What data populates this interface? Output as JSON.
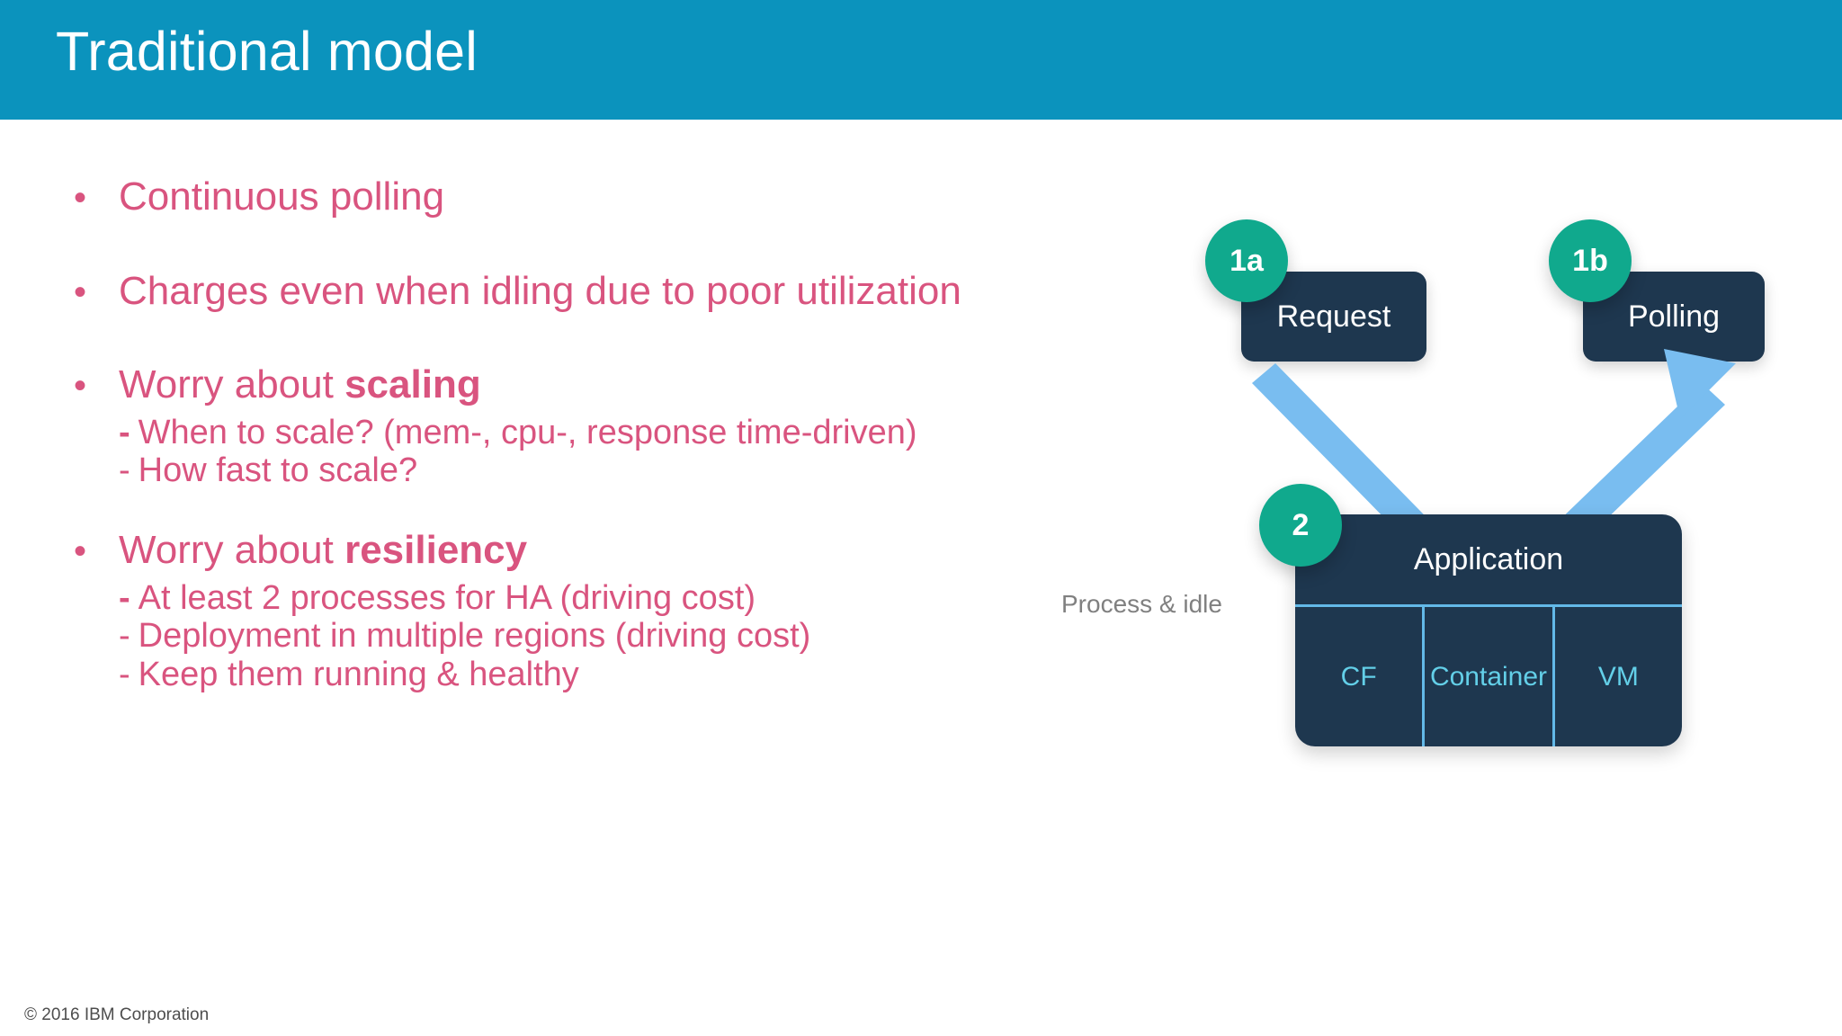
{
  "header": {
    "title": "Traditional model",
    "bar_color": "#0b93bd"
  },
  "theme": {
    "bullet_color": "#d9547f",
    "node_color": "#1e374f",
    "badge_color": "#10a98d",
    "arrow_color": "#79bdf0",
    "divider_color": "#63b9e8",
    "sub_label_color": "#63cfe8",
    "muted_text_color": "#808080"
  },
  "bullets": [
    {
      "marker": "•",
      "text": "Continuous polling",
      "bold": "",
      "sub": []
    },
    {
      "marker": "•",
      "text": "Charges even when idling due to poor utilization",
      "bold": "",
      "sub": []
    },
    {
      "marker": "•",
      "text": "Worry about ",
      "bold": "scaling",
      "sub": [
        {
          "dash": "-",
          "strong": true,
          "text": "When to scale? (mem-, cpu-, response time-driven)"
        },
        {
          "dash": "-",
          "strong": false,
          "text": "How fast to scale?"
        }
      ]
    },
    {
      "marker": "•",
      "text": "Worry about ",
      "bold": "resiliency",
      "sub": [
        {
          "dash": "-",
          "strong": true,
          "text": "At least 2 processes for HA (driving cost)"
        },
        {
          "dash": "-",
          "strong": false,
          "text": "Deployment in multiple regions (driving cost)"
        },
        {
          "dash": "-",
          "strong": false,
          "text": "Keep them running & healthy"
        }
      ]
    }
  ],
  "diagram": {
    "badges": [
      {
        "id": "1a",
        "label": "1a"
      },
      {
        "id": "1b",
        "label": "1b"
      },
      {
        "id": "2",
        "label": "2"
      }
    ],
    "nodes": [
      {
        "id": "request",
        "label": "Request"
      },
      {
        "id": "polling",
        "label": "Polling"
      }
    ],
    "application": {
      "title": "Application",
      "columns": [
        {
          "label": "CF"
        },
        {
          "label": "Container"
        },
        {
          "label": "VM"
        }
      ]
    },
    "process_label": "Process & idle",
    "arrows": [
      {
        "id": "request-to-app",
        "from": "Request",
        "to": "Application",
        "direction": "down-right"
      },
      {
        "id": "app-to-polling",
        "from": "Application",
        "to": "Polling",
        "direction": "up-right"
      }
    ]
  },
  "footer": {
    "copyright": "© 2016 IBM Corporation"
  }
}
